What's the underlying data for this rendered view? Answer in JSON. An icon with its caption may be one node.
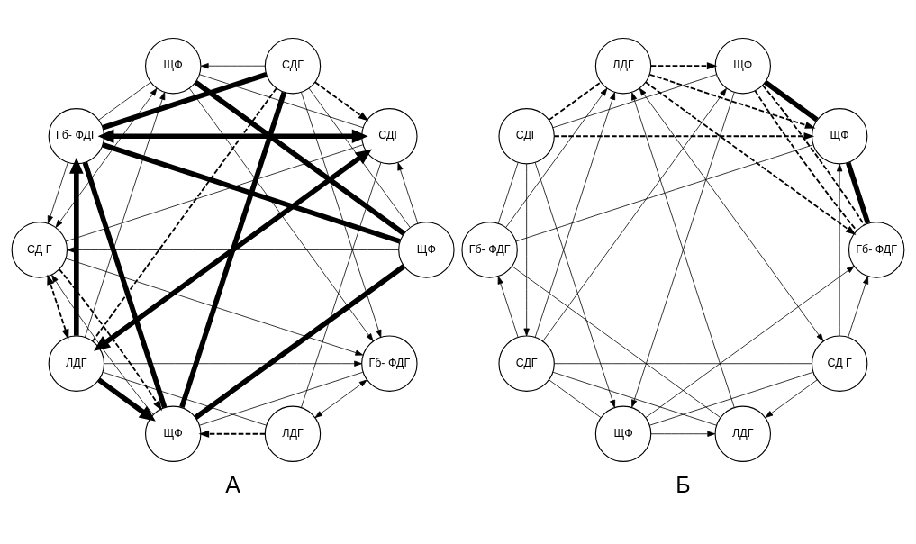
{
  "diagram": {
    "nodes": [
      {
        "text": [
          "ЩФ"
        ]
      },
      {
        "text": [
          "СДГ"
        ]
      },
      {
        "text": [
          "ЛДГ"
        ]
      },
      {
        "text": [
          "Гб- ФДГ"
        ]
      },
      {
        "text": [
          "ЩФ"
        ]
      },
      {
        "text": [
          "Гб- ФДГ"
        ]
      },
      {
        "text": [
          "ЩФ"
        ]
      },
      {
        "text": [
          "СДГ"
        ]
      },
      {
        "text": [
          "ЛДГ"
        ]
      },
      {
        "text": [
          "СД Г"
        ]
      },
      {
        "text": [
          "ЩФ"
        ]
      },
      {
        "text": [
          "СДГ"
        ]
      },
      {
        "text": [
          "ЛДГ"
        ]
      },
      {
        "text": [
          "Гб- ФДГ"
        ]
      },
      {
        "text": [
          "ЩФ"
        ]
      },
      {
        "text": [
          "Гб- ФДГ"
        ]
      },
      {
        "text": [
          "ЩФ"
        ]
      },
      {
        "text": [
          "СДГ"
        ]
      },
      {
        "text": [
          "ЛДГ"
        ]
      },
      {
        "text": [
          "СД Г"
        ]
      }
    ],
    "edges": [
      {
        "from": 0,
        "to": 1,
        "arrow": "none"
      },
      {
        "from": 1,
        "to": 2,
        "arrow": "none"
      },
      {
        "from": 2,
        "to": 3,
        "arrow": "both"
      },
      {
        "from": 3,
        "to": 4,
        "arrow": "none"
      },
      {
        "from": 4,
        "to": 5,
        "arrow": "none",
        "style": "thick"
      },
      {
        "from": 5,
        "to": 6,
        "arrow": "none",
        "style": "thick"
      },
      {
        "from": 6,
        "to": 7,
        "arrow": "none"
      },
      {
        "from": 7,
        "to": 8,
        "arrow": "none",
        "style": "dashed"
      },
      {
        "from": 8,
        "to": 9,
        "arrow": "both",
        "style": "dashed"
      },
      {
        "from": 9,
        "to": 0,
        "arrow": "both"
      },
      {
        "from": 8,
        "to": 1,
        "arrow": "both",
        "style": "thick"
      },
      {
        "from": 8,
        "to": 4,
        "arrow": "to",
        "style": "thick"
      },
      {
        "from": 8,
        "to": 5,
        "arrow": "to",
        "style": "thick"
      },
      {
        "from": 0,
        "to": 6,
        "arrow": "none",
        "style": "thick"
      },
      {
        "from": 5,
        "to": 1,
        "arrow": "both",
        "style": "thick"
      },
      {
        "from": 7,
        "to": 4,
        "arrow": "none",
        "style": "thick"
      },
      {
        "from": 6,
        "to": 4,
        "arrow": "none",
        "style": "thick"
      },
      {
        "from": 7,
        "to": 5,
        "arrow": "none",
        "style": "thick"
      },
      {
        "from": 7,
        "to": 1,
        "arrow": "to",
        "style": "dashed"
      },
      {
        "from": 9,
        "to": 4,
        "arrow": "to",
        "style": "dashed"
      },
      {
        "from": 2,
        "to": 4,
        "arrow": "to",
        "style": "dashed"
      },
      {
        "from": 9,
        "to": 1,
        "arrow": "none"
      },
      {
        "from": 0,
        "to": 3,
        "arrow": "to"
      },
      {
        "from": 0,
        "to": 5,
        "arrow": "none"
      },
      {
        "from": 9,
        "to": 3,
        "arrow": "to"
      },
      {
        "from": 8,
        "to": 2,
        "arrow": "none"
      },
      {
        "from": 7,
        "to": 3,
        "arrow": "to"
      },
      {
        "from": 6,
        "to": 9,
        "arrow": "to"
      },
      {
        "from": 5,
        "to": 9,
        "arrow": "to"
      },
      {
        "from": 4,
        "to": 9,
        "arrow": "to"
      },
      {
        "from": 8,
        "to": 3,
        "arrow": "to"
      },
      {
        "from": 6,
        "to": 1,
        "arrow": "to"
      },
      {
        "from": 7,
        "to": 0,
        "arrow": "to"
      },
      {
        "from": 8,
        "to": 0,
        "arrow": "to"
      },
      {
        "from": 10,
        "to": 11,
        "arrow": "none"
      },
      {
        "from": 11,
        "to": 12,
        "arrow": "none"
      },
      {
        "from": 12,
        "to": 13,
        "arrow": "none"
      },
      {
        "from": 13,
        "to": 14,
        "arrow": "none"
      },
      {
        "from": 14,
        "to": 15,
        "arrow": "none",
        "style": "thick"
      },
      {
        "from": 16,
        "to": 15,
        "arrow": "none",
        "style": "dashed"
      },
      {
        "from": 16,
        "to": 15,
        "arrow": "none",
        "style": "dashed"
      },
      {
        "from": 16,
        "to": 17,
        "arrow": "none"
      },
      {
        "from": 17,
        "to": 18,
        "arrow": "none",
        "style": "dashed"
      },
      {
        "from": 18,
        "to": 19,
        "arrow": "both"
      },
      {
        "from": 19,
        "to": 10,
        "arrow": "none"
      },
      {
        "from": 16,
        "to": 14,
        "arrow": "none",
        "style": "thick"
      },
      {
        "from": 18,
        "to": 15,
        "arrow": "to",
        "style": "dashed"
      },
      {
        "from": 18,
        "to": 14,
        "arrow": "to",
        "style": "dashed"
      },
      {
        "from": 18,
        "to": 16,
        "arrow": "to",
        "style": "dashed"
      },
      {
        "from": 17,
        "to": 14,
        "arrow": "to",
        "style": "dashed"
      },
      {
        "from": 12,
        "to": 18,
        "arrow": "to"
      },
      {
        "from": 11,
        "to": 18,
        "arrow": "to"
      },
      {
        "from": 13,
        "to": 18,
        "arrow": "to"
      },
      {
        "from": 10,
        "to": 15,
        "arrow": "to"
      },
      {
        "from": 19,
        "to": 14,
        "arrow": "to"
      },
      {
        "from": 11,
        "to": 16,
        "arrow": "to"
      },
      {
        "from": 13,
        "to": 17,
        "arrow": "none"
      },
      {
        "from": 19,
        "to": 15,
        "arrow": "to"
      },
      {
        "from": 11,
        "to": 13,
        "arrow": "to"
      },
      {
        "from": 10,
        "to": 12,
        "arrow": "to"
      },
      {
        "from": 19,
        "to": 12,
        "arrow": "to"
      },
      {
        "from": 17,
        "to": 11,
        "arrow": "to"
      },
      {
        "from": 16,
        "to": 10,
        "arrow": "to"
      },
      {
        "from": 19,
        "to": 11,
        "arrow": "none"
      },
      {
        "from": 17,
        "to": 10,
        "arrow": "to"
      }
    ],
    "labels": [
      "А",
      "Б"
    ]
  }
}
